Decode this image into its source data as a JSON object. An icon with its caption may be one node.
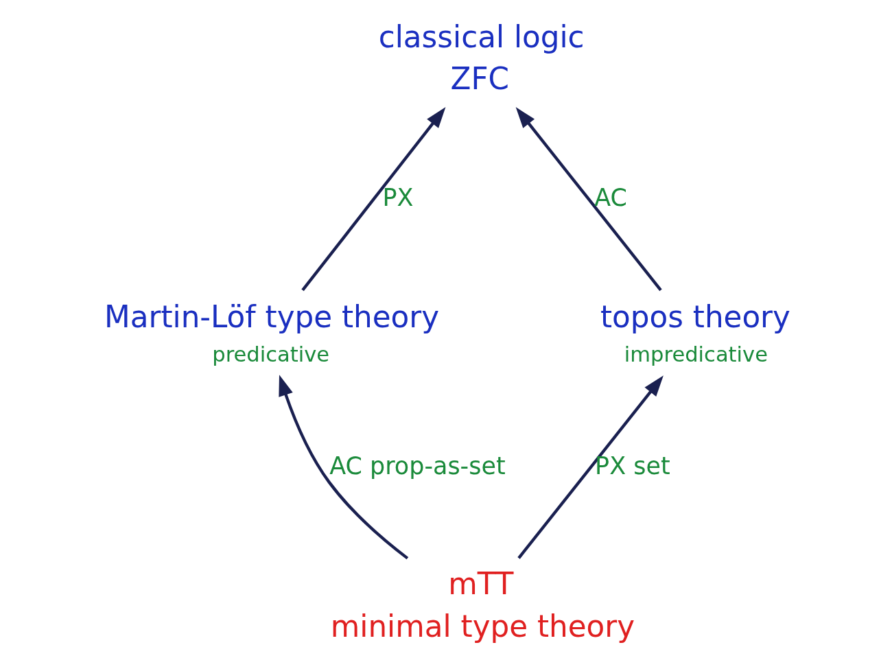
{
  "diagram": {
    "nodes": [
      {
        "text": [
          "classical logic",
          "ZFC"
        ]
      },
      {
        "text": [
          "Martin-Löf type theory"
        ],
        "beside": [
          "predicative"
        ]
      },
      {
        "text": [
          "topos theory"
        ],
        "beside": [
          "impredicative"
        ]
      },
      {
        "text": [
          "mTT",
          "minimal type theory"
        ]
      }
    ],
    "edges": [
      {
        "from": 1,
        "to": 0,
        "arrow": "to",
        "label": "PX"
      },
      {
        "from": 2,
        "to": 0,
        "arrow": "to",
        "label": "AC"
      },
      {
        "from": 3,
        "to": 1,
        "arrow": "to",
        "label": "AC prop-as-set"
      },
      {
        "from": 3,
        "to": 2,
        "arrow": "to",
        "label": "PX set"
      }
    ]
  }
}
